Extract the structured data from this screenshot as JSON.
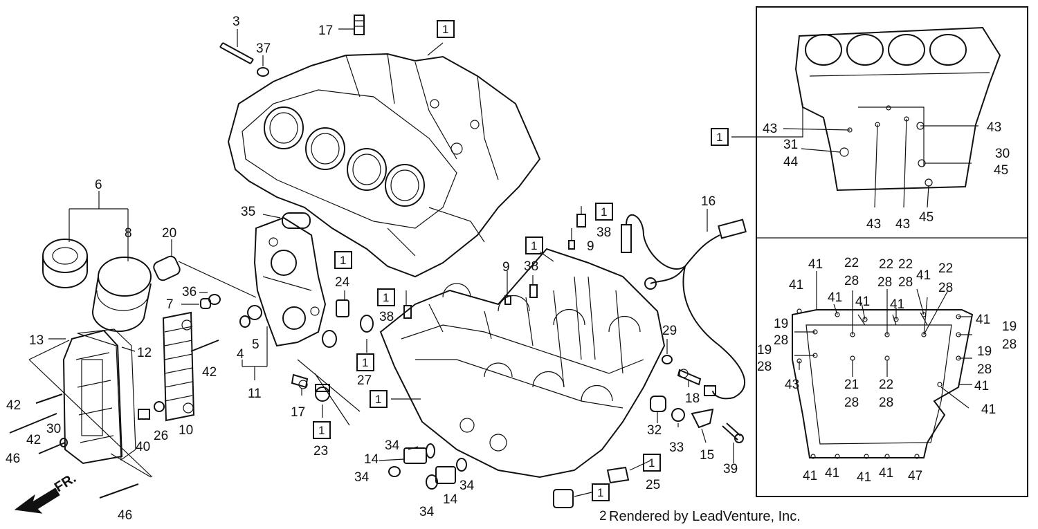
{
  "credit": "Rendered by LeadVenture, Inc.",
  "direction_label": "FR.",
  "callouts": [
    {
      "id": "c3",
      "text": "3"
    },
    {
      "id": "c37",
      "text": "37"
    },
    {
      "id": "c17a",
      "text": "17"
    },
    {
      "id": "c6",
      "text": "6"
    },
    {
      "id": "c8",
      "text": "8"
    },
    {
      "id": "c20",
      "text": "20"
    },
    {
      "id": "c35",
      "text": "35"
    },
    {
      "id": "c36",
      "text": "36"
    },
    {
      "id": "c7",
      "text": "7"
    },
    {
      "id": "c24",
      "text": "24"
    },
    {
      "id": "c13",
      "text": "13"
    },
    {
      "id": "c12",
      "text": "12"
    },
    {
      "id": "c42a",
      "text": "42"
    },
    {
      "id": "c4",
      "text": "4"
    },
    {
      "id": "c5",
      "text": "5"
    },
    {
      "id": "c11",
      "text": "11"
    },
    {
      "id": "c27",
      "text": "27"
    },
    {
      "id": "c38a",
      "text": "38"
    },
    {
      "id": "c9a",
      "text": "9"
    },
    {
      "id": "c38b",
      "text": "38"
    },
    {
      "id": "c9b",
      "text": "9"
    },
    {
      "id": "c38c",
      "text": "38"
    },
    {
      "id": "c16",
      "text": "16"
    },
    {
      "id": "c29",
      "text": "29"
    },
    {
      "id": "c18",
      "text": "18"
    },
    {
      "id": "c17b",
      "text": "17"
    },
    {
      "id": "c23",
      "text": "23"
    },
    {
      "id": "c42b",
      "text": "42"
    },
    {
      "id": "c30a",
      "text": "30"
    },
    {
      "id": "c42c",
      "text": "42"
    },
    {
      "id": "c46a",
      "text": "46"
    },
    {
      "id": "c40",
      "text": "40"
    },
    {
      "id": "c26",
      "text": "26"
    },
    {
      "id": "c10",
      "text": "10"
    },
    {
      "id": "c46b",
      "text": "46"
    },
    {
      "id": "c34a",
      "text": "34"
    },
    {
      "id": "c14a",
      "text": "14"
    },
    {
      "id": "c34b",
      "text": "34"
    },
    {
      "id": "c34c",
      "text": "34"
    },
    {
      "id": "c14b",
      "text": "14"
    },
    {
      "id": "c34d",
      "text": "34"
    },
    {
      "id": "c32",
      "text": "32"
    },
    {
      "id": "c33",
      "text": "33"
    },
    {
      "id": "c15",
      "text": "15"
    },
    {
      "id": "c39",
      "text": "39"
    },
    {
      "id": "c25",
      "text": "25"
    },
    {
      "id": "c2",
      "text": "2"
    },
    {
      "id": "r43a",
      "text": "43"
    },
    {
      "id": "r31",
      "text": "31"
    },
    {
      "id": "r44",
      "text": "44"
    },
    {
      "id": "r43b",
      "text": "43"
    },
    {
      "id": "r30",
      "text": "30"
    },
    {
      "id": "r45a",
      "text": "45"
    },
    {
      "id": "r43c",
      "text": "43"
    },
    {
      "id": "r43d",
      "text": "43"
    },
    {
      "id": "r45b",
      "text": "45"
    },
    {
      "id": "r41a",
      "text": "41"
    },
    {
      "id": "r22a",
      "text": "22"
    },
    {
      "id": "r22b",
      "text": "22"
    },
    {
      "id": "r22c",
      "text": "22"
    },
    {
      "id": "r22d",
      "text": "22"
    },
    {
      "id": "r41b",
      "text": "41"
    },
    {
      "id": "r28a",
      "text": "28"
    },
    {
      "id": "r28b",
      "text": "28"
    },
    {
      "id": "r28c",
      "text": "28"
    },
    {
      "id": "r28d",
      "text": "28"
    },
    {
      "id": "r41c",
      "text": "41"
    },
    {
      "id": "r41d",
      "text": "41"
    },
    {
      "id": "r41e",
      "text": "41"
    },
    {
      "id": "r41f",
      "text": "41"
    },
    {
      "id": "r41g",
      "text": "41"
    },
    {
      "id": "r19a",
      "text": "19"
    },
    {
      "id": "r28e",
      "text": "28"
    },
    {
      "id": "r19b",
      "text": "19"
    },
    {
      "id": "r28f",
      "text": "28"
    },
    {
      "id": "r19c",
      "text": "19"
    },
    {
      "id": "r28g",
      "text": "28"
    },
    {
      "id": "r19d",
      "text": "19"
    },
    {
      "id": "r28h",
      "text": "28"
    },
    {
      "id": "r43e",
      "text": "43"
    },
    {
      "id": "r21",
      "text": "21"
    },
    {
      "id": "r28i",
      "text": "28"
    },
    {
      "id": "r22e",
      "text": "22"
    },
    {
      "id": "r28j",
      "text": "28"
    },
    {
      "id": "r41h",
      "text": "41"
    },
    {
      "id": "r41i",
      "text": "41"
    },
    {
      "id": "r41j",
      "text": "41"
    },
    {
      "id": "r41k",
      "text": "41"
    },
    {
      "id": "r41l",
      "text": "41"
    },
    {
      "id": "r41m",
      "text": "41"
    },
    {
      "id": "r47",
      "text": "47"
    }
  ],
  "boxed_callouts": [
    {
      "id": "b1",
      "text": "1"
    },
    {
      "id": "b2",
      "text": "1"
    },
    {
      "id": "b3",
      "text": "1"
    },
    {
      "id": "b4",
      "text": "1"
    },
    {
      "id": "b5",
      "text": "1"
    },
    {
      "id": "b6",
      "text": "1"
    },
    {
      "id": "b7",
      "text": "1"
    },
    {
      "id": "b8",
      "text": "1"
    },
    {
      "id": "b9",
      "text": "1"
    },
    {
      "id": "b10",
      "text": "1"
    },
    {
      "id": "b11",
      "text": "1"
    }
  ]
}
